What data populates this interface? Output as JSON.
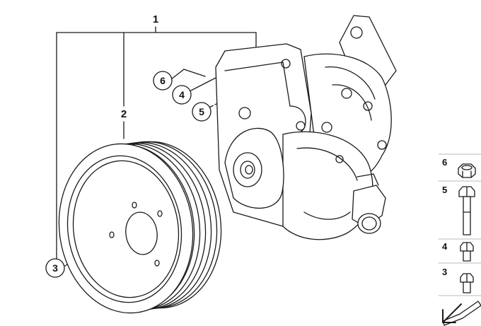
{
  "callouts": {
    "assembly": "1",
    "pulley": "2",
    "pulley_bolt": "3",
    "pump_bolt_short": "4",
    "pump_bolt_long": "5",
    "pump_nut": "6"
  },
  "legend": {
    "items": [
      {
        "number": "6",
        "icon": "hex-nut-icon"
      },
      {
        "number": "5",
        "icon": "long-bolt-icon"
      },
      {
        "number": "4",
        "icon": "short-bolt-icon"
      },
      {
        "number": "3",
        "icon": "short-bolt-icon"
      }
    ],
    "footer_icon": "arrow-diagram-icon"
  },
  "colors": {
    "line": "#1a1a1a",
    "background": "#ffffff",
    "legend_divider": "#bbbbbb"
  }
}
